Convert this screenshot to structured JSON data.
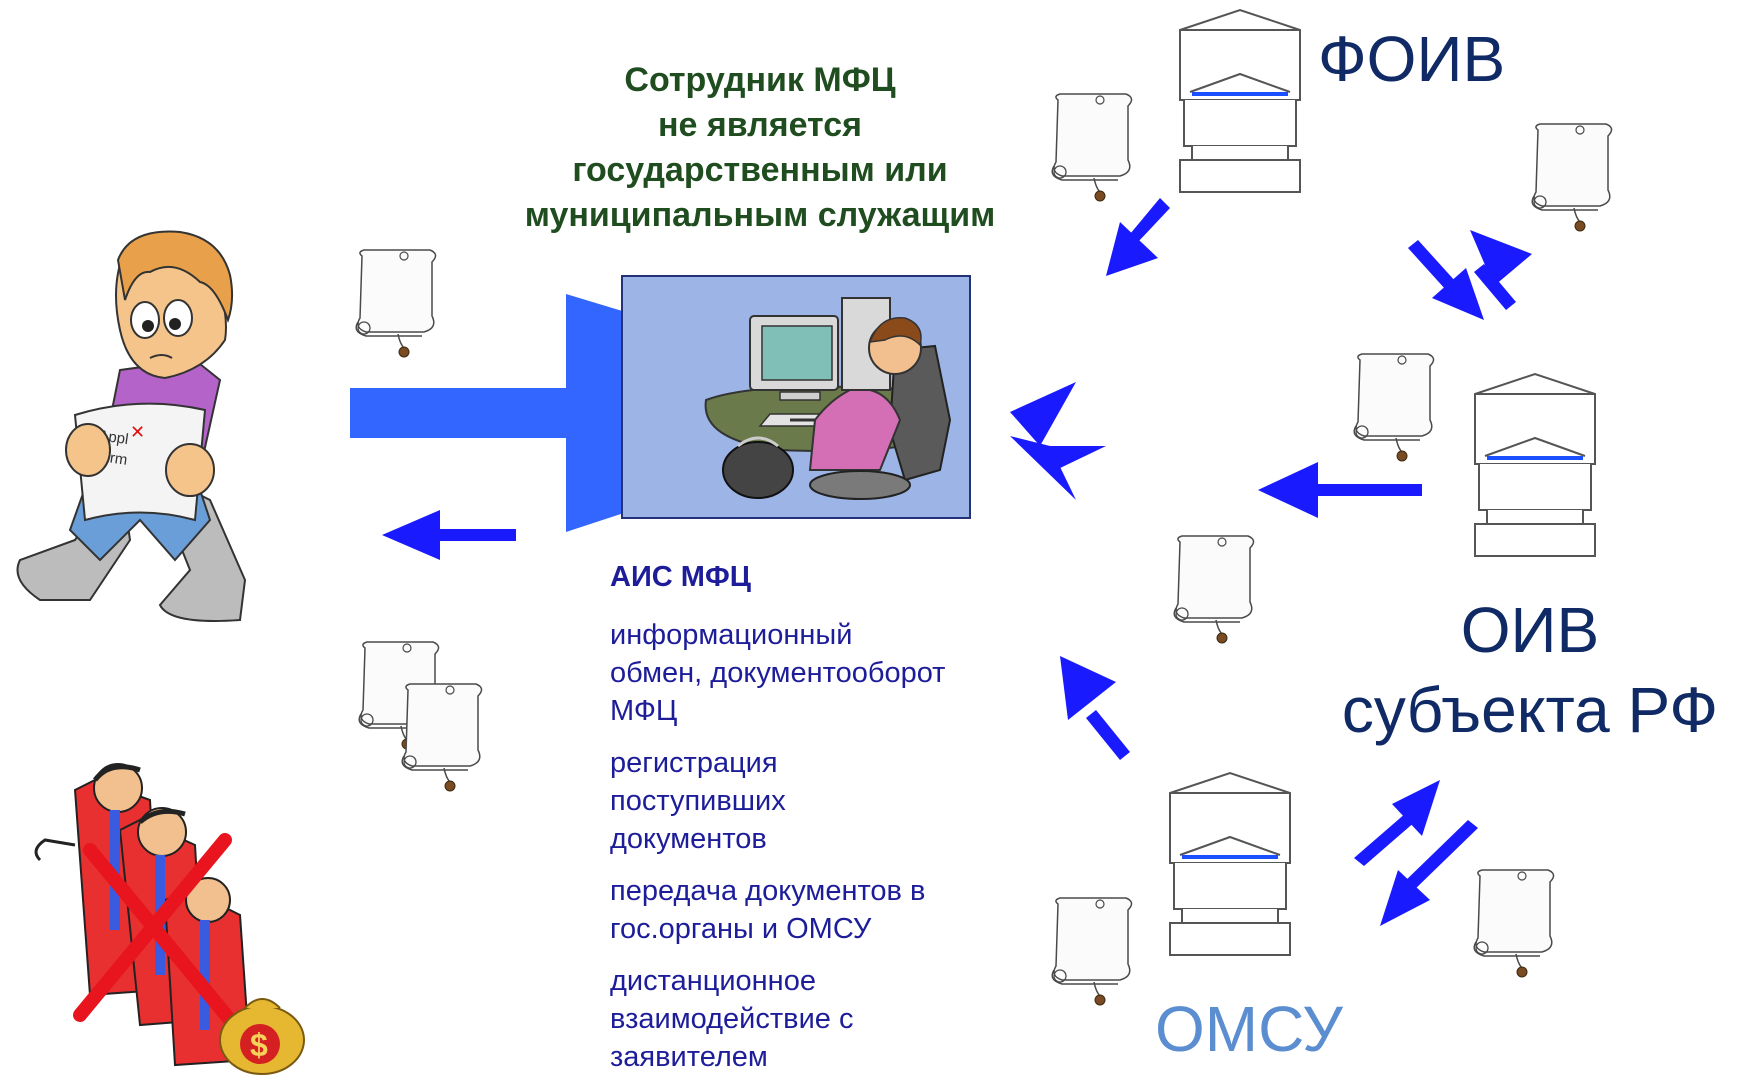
{
  "heading": {
    "lines": [
      "Сотрудник МФЦ",
      "не является",
      "государственным или",
      "муниципальным служащим"
    ]
  },
  "ais": {
    "title": "АИС МФЦ",
    "items": [
      {
        "lines": [
          "информационный",
          "обмен, документооборот",
          "МФЦ"
        ]
      },
      {
        "lines": [
          "регистрация",
          "поступивших",
          "документов"
        ]
      },
      {
        "lines": [
          "передача документов в",
          "гос.органы и ОМСУ"
        ]
      },
      {
        "lines": [
          "дистанционное",
          "взаимодействие с",
          "заявителем"
        ]
      }
    ]
  },
  "organizations": {
    "foiv": "ФОИВ",
    "oiv_line1": "ОИВ",
    "oiv_line2": "субъекта РФ",
    "omsu": "ОМСУ"
  },
  "paper_label": {
    "line1": "Appl",
    "line2": "Form"
  },
  "icons": {
    "applicant": "confused-applicant-icon",
    "operator": "mfc-operator-computer-icon",
    "document": "scroll-document-icon",
    "building": "government-building-icon",
    "officials": "crossed-out-officials-icon",
    "money": "money-bag-icon",
    "arrow": "blue-arrow-icon"
  },
  "colors": {
    "arrow_blue": "#1a1aff",
    "big_arrow_blue": "#3366ff",
    "heading_green": "#1f4d1f",
    "ais_text": "#1d1d9a",
    "org_dark": "#102a66",
    "omsu_light": "#5b8ed0",
    "cross_red": "#e8141e",
    "operator_panel": "#9db4e6"
  }
}
